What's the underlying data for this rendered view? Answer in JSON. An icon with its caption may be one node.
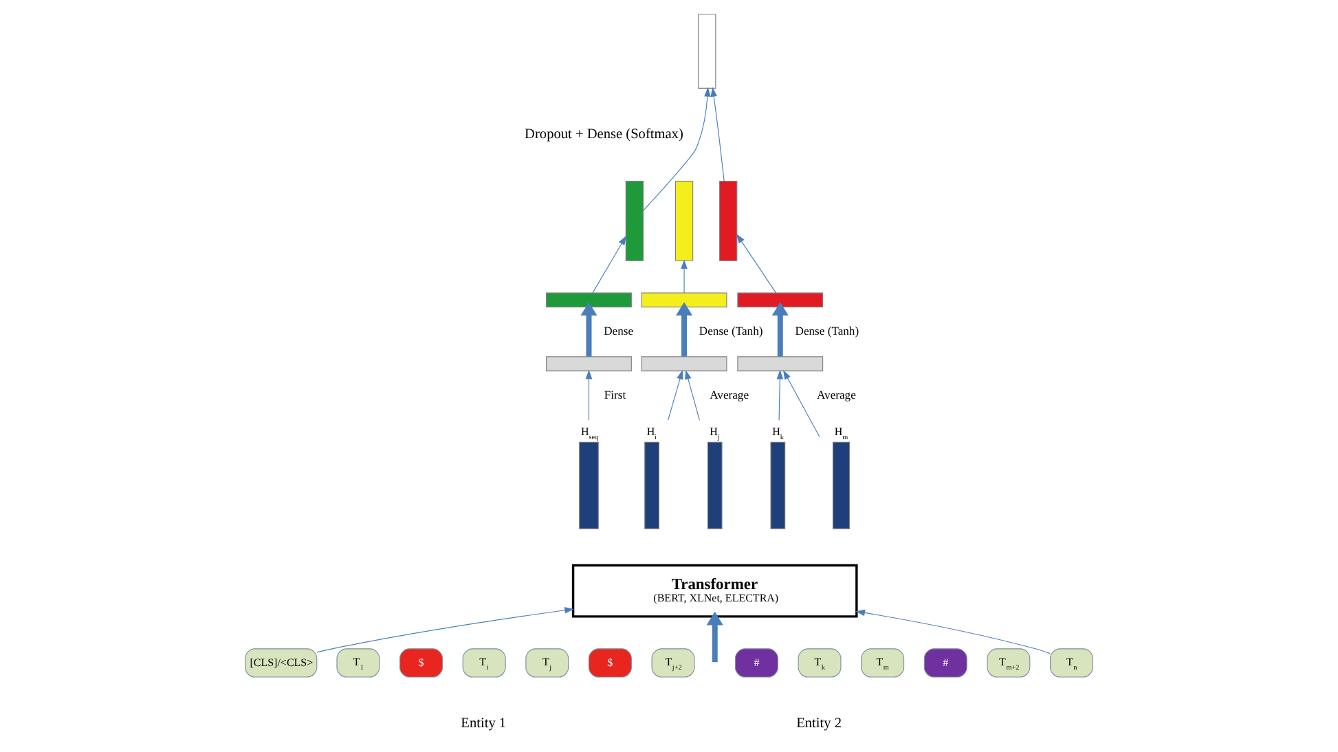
{
  "diagram": {
    "nodes": [
      {
        "text": [
          "[CLS]/<CLS>"
        ]
      },
      {
        "text": [
          "T$_{1}$"
        ]
      },
      {
        "text": [
          "$"
        ]
      },
      {
        "text": [
          "T$_{i}$"
        ]
      },
      {
        "text": [
          "T$_{j}$"
        ]
      },
      {
        "text": [
          "$"
        ]
      },
      {
        "text": [
          "T$_{j+2}$"
        ]
      },
      {
        "text": [
          "#"
        ]
      },
      {
        "text": [
          "T$_{k}$"
        ]
      },
      {
        "text": [
          "T$_{m}$"
        ]
      },
      {
        "text": [
          "#"
        ]
      },
      {
        "text": [
          "T$_{m+2}$"
        ]
      },
      {
        "text": [
          "T$_{n}$"
        ]
      },
      {
        "text": [
          "Transformer",
          "(BERT, XLNet, ELECTRA)"
        ]
      },
      {
        "text": [
          "H$_{seq}$"
        ]
      },
      {
        "text": [
          "H$_{i}$"
        ]
      },
      {
        "text": [
          "H$_{j}$"
        ]
      },
      {
        "text": [
          "H$_{k}$"
        ]
      },
      {
        "text": [
          "H$_{m}$"
        ]
      },
      {
        "text": [],
        "shape": "bar"
      },
      {
        "text": [],
        "shape": "bar"
      },
      {
        "text": [],
        "shape": "bar"
      },
      {
        "text": [],
        "shape": "bar"
      },
      {
        "text": [],
        "shape": "bar"
      },
      {
        "text": [],
        "shape": "bar"
      },
      {
        "text": [],
        "shape": "bar"
      },
      {
        "text": [],
        "shape": "bar"
      },
      {
        "text": [],
        "shape": "bar"
      },
      {
        "text": [],
        "shape": "bar"
      }
    ],
    "edges": [
      {
        "from": 0,
        "to": 13,
        "arrow": "to"
      },
      {
        "from": null,
        "to": 13,
        "arrow": "to",
        "style": "thick"
      },
      {
        "from": 12,
        "to": 13,
        "arrow": "to"
      },
      {
        "from": 14,
        "to": 19,
        "arrow": "to",
        "label": "First"
      },
      {
        "from": 15,
        "to": 20,
        "arrow": "to"
      },
      {
        "from": 16,
        "to": 20,
        "arrow": "to",
        "label": "Average"
      },
      {
        "from": 17,
        "to": 21,
        "arrow": "to"
      },
      {
        "from": 18,
        "to": 21,
        "arrow": "to",
        "label": "Average"
      },
      {
        "from": 19,
        "to": 22,
        "arrow": "to",
        "label": "Dense",
        "style": "thick"
      },
      {
        "from": 20,
        "to": 23,
        "arrow": "to",
        "label": "Dense (Tanh)",
        "style": "thick"
      },
      {
        "from": 21,
        "to": 24,
        "arrow": "to",
        "label": "Dense (Tanh)",
        "style": "thick"
      },
      {
        "from": 22,
        "to": 25,
        "arrow": "to"
      },
      {
        "from": 23,
        "to": 26,
        "arrow": "to"
      },
      {
        "from": 24,
        "to": 27,
        "arrow": "to"
      },
      {
        "from": 25,
        "to": 28,
        "arrow": "to"
      },
      {
        "from": 27,
        "to": 28,
        "arrow": "to"
      }
    ],
    "labels": [
      "Entity 1",
      "Entity 2",
      "Dropout + Dense (Softmax)"
    ]
  }
}
